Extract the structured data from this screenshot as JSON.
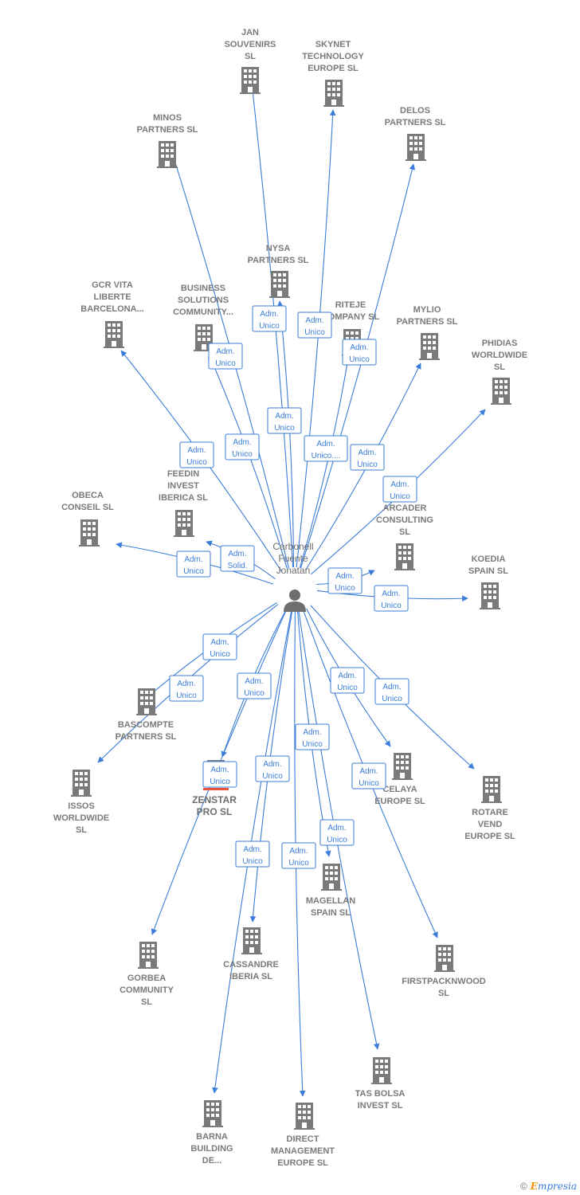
{
  "person": {
    "lines": [
      "Carbonell",
      "Fuente",
      "Jonatan"
    ]
  },
  "companies": [
    {
      "id": "jan",
      "lines": [
        "JAN",
        "SOUVENIRS",
        "SL"
      ]
    },
    {
      "id": "skynet",
      "lines": [
        "SKYNET",
        "TECHNOLOGY",
        "EUROPE  SL"
      ]
    },
    {
      "id": "minos",
      "lines": [
        "MINOS",
        "PARTNERS  SL"
      ]
    },
    {
      "id": "delos",
      "lines": [
        "DELOS",
        "PARTNERS  SL"
      ]
    },
    {
      "id": "nysa",
      "lines": [
        "NYSA",
        "PARTNERS  SL"
      ]
    },
    {
      "id": "gcr",
      "lines": [
        "GCR VITA",
        "LIBERTE",
        "BARCELONA..."
      ]
    },
    {
      "id": "business",
      "lines": [
        "BUSINESS",
        "SOLUTIONS",
        "COMMUNITY..."
      ]
    },
    {
      "id": "riteje",
      "lines": [
        "RITEJE",
        "COMPANY SL"
      ]
    },
    {
      "id": "mylio",
      "lines": [
        "MYLIO",
        "PARTNERS  SL"
      ]
    },
    {
      "id": "phidias",
      "lines": [
        "PHIDIAS",
        "WORLDWIDE",
        "SL"
      ]
    },
    {
      "id": "feedin",
      "lines": [
        "FEEDIN",
        "INVEST",
        "IBERICA SL"
      ]
    },
    {
      "id": "obeca",
      "lines": [
        "OBECA",
        "CONSEIL  SL"
      ]
    },
    {
      "id": "arcader",
      "lines": [
        "ARCADER",
        "CONSULTING",
        "SL"
      ]
    },
    {
      "id": "koedia",
      "lines": [
        "KOEDIA",
        "SPAIN  SL"
      ]
    },
    {
      "id": "bascompte",
      "lines": [
        "BASCOMPTE",
        "PARTNERS  SL"
      ]
    },
    {
      "id": "issos",
      "lines": [
        "ISSOS",
        "WORLDWIDE",
        "SL"
      ]
    },
    {
      "id": "zenstar",
      "lines": [
        "ZENSTAR",
        "PRO  SL"
      ]
    },
    {
      "id": "celaya",
      "lines": [
        "CELAYA",
        "EUROPE  SL"
      ]
    },
    {
      "id": "rotare",
      "lines": [
        "ROTARE",
        "VEND",
        "EUROPE  SL"
      ]
    },
    {
      "id": "magellan",
      "lines": [
        "MAGELLAN",
        "SPAIN  SL"
      ]
    },
    {
      "id": "gorbea",
      "lines": [
        "GORBEA",
        "COMMUNITY",
        "SL"
      ]
    },
    {
      "id": "cassandre",
      "lines": [
        "CASSANDRE",
        "IBERIA  SL"
      ]
    },
    {
      "id": "firstpack",
      "lines": [
        "FIRSTPACKNWOOD",
        "SL"
      ]
    },
    {
      "id": "tasbolsa",
      "lines": [
        "TAS BOLSA",
        "INVEST SL"
      ]
    },
    {
      "id": "barna",
      "lines": [
        "BARNA",
        "BUILDING",
        "DE..."
      ]
    },
    {
      "id": "direct",
      "lines": [
        "DIRECT",
        "MANAGEMENT",
        "EUROPE SL"
      ]
    }
  ],
  "roles": [
    {
      "target": "nysa",
      "lines": [
        "Adm.",
        "Unico"
      ]
    },
    {
      "target": "skynet",
      "lines": [
        "Adm.",
        "Unico"
      ]
    },
    {
      "target": "delos",
      "lines": [
        "Adm.",
        "Unico"
      ]
    },
    {
      "target": "minos",
      "lines": [
        "Adm.",
        "Unico"
      ]
    },
    {
      "target": "jan",
      "lines": [
        "Adm.",
        "Unico"
      ]
    },
    {
      "target": "riteje",
      "lines": [
        "Adm.",
        "Unico...."
      ]
    },
    {
      "target": "mylio",
      "lines": [
        "Adm.",
        "Unico"
      ]
    },
    {
      "target": "gcr",
      "lines": [
        "Adm.",
        "Unico"
      ]
    },
    {
      "target": "business",
      "lines": [
        "Adm.",
        "Unico"
      ]
    },
    {
      "target": "phidias",
      "lines": [
        "Adm.",
        "Unico"
      ]
    },
    {
      "target": "feedin",
      "lines": [
        "Adm.",
        "Solid."
      ]
    },
    {
      "target": "obeca",
      "lines": [
        "Adm.",
        "Unico"
      ]
    },
    {
      "target": "arcader",
      "lines": [
        "Adm.",
        "Unico"
      ]
    },
    {
      "target": "koedia",
      "lines": [
        "Adm.",
        "Unico"
      ]
    },
    {
      "target": "bascompte",
      "lines": [
        "Adm.",
        "Unico"
      ]
    },
    {
      "target": "issos",
      "lines": [
        "Adm.",
        "Unico"
      ]
    },
    {
      "target": "zenstar",
      "lines": [
        "Adm.",
        "Unico"
      ]
    },
    {
      "target": "celaya",
      "lines": [
        "Adm.",
        "Unico"
      ]
    },
    {
      "target": "rotare",
      "lines": [
        "Adm.",
        "Unico"
      ]
    },
    {
      "target": "magellan",
      "lines": [
        "Adm.",
        "Unico"
      ]
    },
    {
      "target": "gorbea",
      "lines": [
        "Adm.",
        "Unico"
      ]
    },
    {
      "target": "cassandre",
      "lines": [
        "Adm.",
        "Unico"
      ]
    },
    {
      "target": "firstpack",
      "lines": [
        "Adm.",
        "Unico"
      ]
    },
    {
      "target": "tasbolsa",
      "lines": [
        "Adm.",
        "Unico"
      ]
    },
    {
      "target": "barna",
      "lines": [
        "Adm.",
        "Unico"
      ]
    },
    {
      "target": "direct",
      "lines": [
        "Adm.",
        "Unico"
      ]
    }
  ],
  "footer": {
    "copyright": "©",
    "brand_e": "E",
    "brand_rest": "mpresia"
  },
  "colors": {
    "edge": "#3b7dd8",
    "node": "#7a7a7a",
    "highlight": "#e8533c"
  }
}
